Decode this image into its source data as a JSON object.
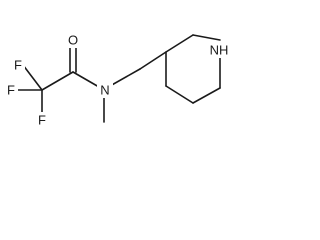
{
  "molecule": {
    "atoms": {
      "f1": "F",
      "f2": "F",
      "f3": "F",
      "o": "O",
      "n_amide": "N",
      "nh": "NH"
    },
    "colors": {
      "bond": "#1a1a1a",
      "label": "#1a1a1a",
      "background": "#ffffff"
    }
  }
}
